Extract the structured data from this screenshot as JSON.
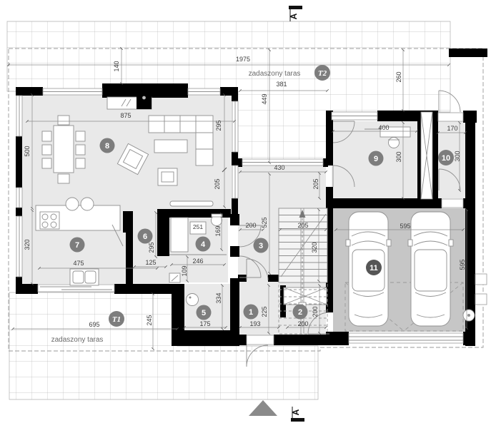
{
  "plan": {
    "terrace_t2": {
      "marker": "T2",
      "label": "zadaszony taras",
      "dim_total": "1975",
      "dim_width": "381",
      "dim_depth": "449",
      "dim_edge": "140",
      "dim_side": "260"
    },
    "terrace_t1": {
      "marker": "T1",
      "label": "zadaszony taras",
      "dim_width": "695",
      "dim_depth": "245"
    },
    "rooms": {
      "r1": {
        "no": "1",
        "dim_w": "193",
        "dim_h": "225"
      },
      "r2": {
        "no": "2",
        "dim_w": "200",
        "dim_h": "200"
      },
      "r3": {
        "no": "3",
        "dim_top_w": "430",
        "dim_top_h": "205",
        "dim_door": "200",
        "dim_h": "525",
        "dim_stair_w": "205",
        "dim_stair_h": "320"
      },
      "r4": {
        "no": "4",
        "dim_appliance": "251",
        "dim_h": "169",
        "dim_hall_w": "246",
        "dim_hall_h": "109"
      },
      "r5": {
        "no": "5",
        "dim_w": "175",
        "dim_h": "334"
      },
      "r6": {
        "no": "6",
        "dim_h": "295",
        "dim_w": "125"
      },
      "r7": {
        "no": "7",
        "dim_w": "475",
        "dim_h": "320"
      },
      "r8": {
        "no": "8",
        "dim_w": "875",
        "dim_h": "500",
        "dim_right_top": "295",
        "dim_right_bottom": "205"
      },
      "r9": {
        "no": "9",
        "dim_w": "400",
        "dim_h": "300"
      },
      "r10": {
        "no": "10",
        "dim_w": "170",
        "dim_h": "300"
      },
      "r11": {
        "no": "11",
        "dim_w": "595",
        "dim_h": "595"
      }
    },
    "section": {
      "top": "A",
      "bottom": "A"
    },
    "colors": {
      "wall": "#000000",
      "room_fill": "#e9e9e9",
      "garage_fill": "#c6c6c6",
      "badge": "#7d7d7d",
      "terrace_line": "#bcbcbc",
      "dim_text": "#3c3c3c"
    }
  }
}
